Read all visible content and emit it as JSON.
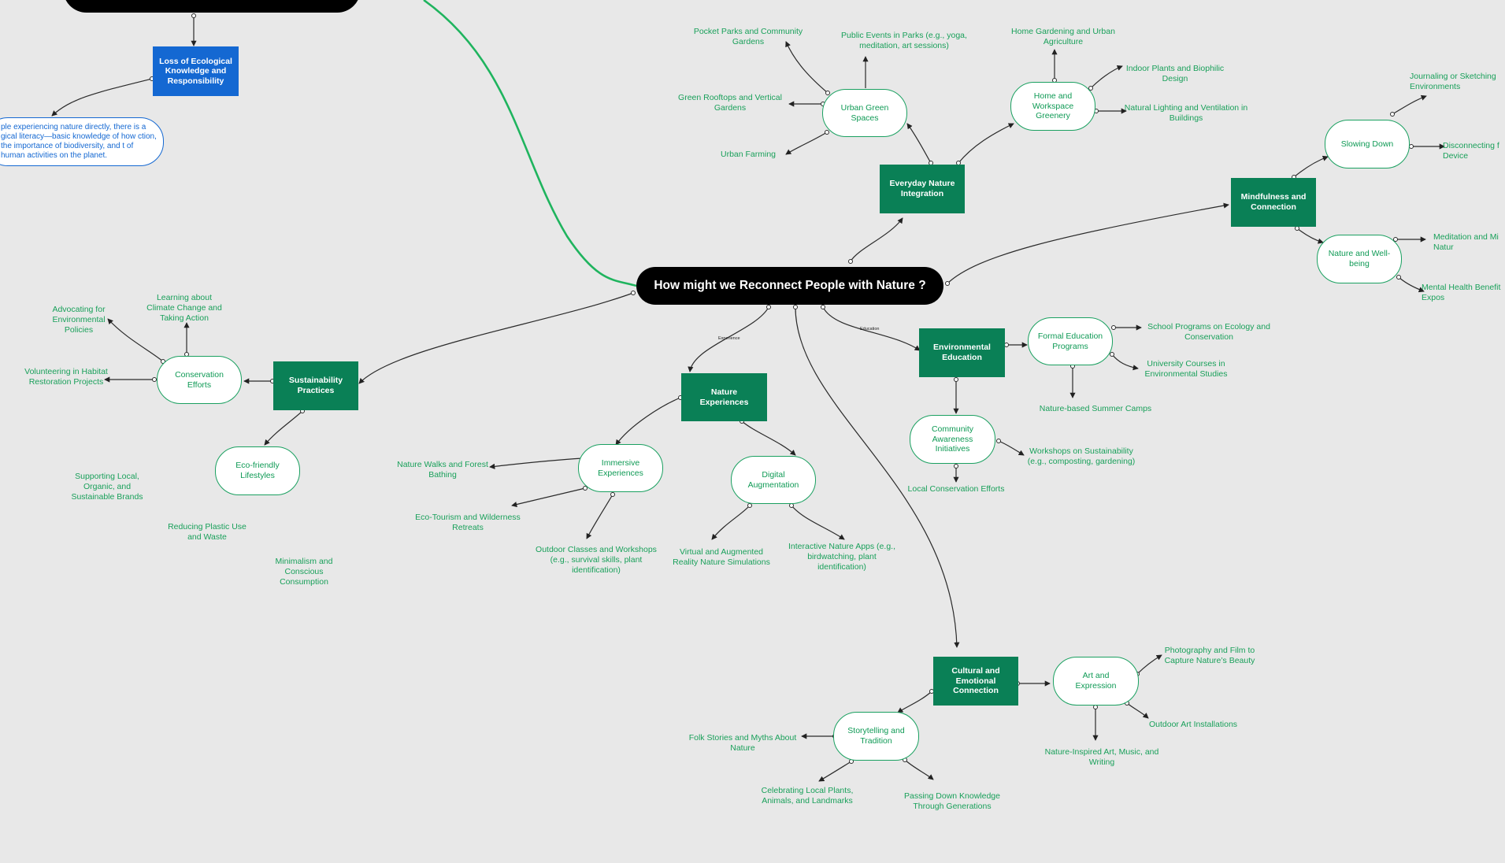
{
  "central": {
    "label": "How might we Reconnect People with Nature ?"
  },
  "branches": {
    "ecological": {
      "label": "Loss of Ecological Knowledge and Responsibility",
      "note": "ple experiencing nature directly, there is a gical literacy—basic knowledge of how ction, the importance of biodiversity, and t of human activities on the planet."
    },
    "everyday": {
      "label": "Everyday Nature Integration",
      "urban_green": "Urban Green Spaces",
      "home_workspace": "Home and Workspace Greenery",
      "leaves": {
        "pocket_parks": "Pocket Parks and Community Gardens",
        "public_events": "Public Events in Parks (e.g., yoga, meditation, art sessions)",
        "green_rooftops": "Green Rooftops and Vertical Gardens",
        "urban_farming": "Urban Farming",
        "home_gardening": "Home Gardening and Urban Agriculture",
        "indoor_plants": "Indoor Plants and Biophilic Design",
        "natural_lighting": "Natural Lighting and Ventilation in Buildings"
      }
    },
    "mindfulness": {
      "label": "Mindfulness and Connection",
      "slowing_down": "Slowing Down",
      "wellbeing": "Nature and Well-being",
      "leaves": {
        "journaling": "Journaling or Sketching Environments",
        "disconnecting": "Disconnecting f Device",
        "meditation": "Meditation and Mi Natur",
        "mental_health": "Mental Health Benefit Expos"
      }
    },
    "sustainability": {
      "label": "Sustainability Practices",
      "conservation": "Conservation Efforts",
      "eco_friendly": "Eco-friendly Lifestyles",
      "leaves": {
        "advocating": "Advocating for Environmental Policies",
        "learning": "Learning about Climate Change and Taking Action",
        "volunteering": "Volunteering in Habitat Restoration Projects",
        "supporting_local": "Supporting Local, Organic, and Sustainable Brands",
        "reducing_plastic": "Reducing Plastic Use and Waste",
        "minimalism": "Minimalism and Conscious Consumption"
      }
    },
    "nature_exp": {
      "label": "Nature Experiences",
      "edge_label": "Experience",
      "immersive": "Immersive Experiences",
      "digital": "Digital Augmentation",
      "leaves": {
        "nature_walks": "Nature Walks and Forest Bathing",
        "eco_tourism": "Eco-Tourism and Wilderness Retreats",
        "outdoor_classes": "Outdoor Classes and Workshops (e.g., survival skills, plant identification)",
        "vr_ar": "Virtual and Augmented Reality Nature Simulations",
        "interactive_apps": "Interactive Nature Apps (e.g., birdwatching, plant identification)"
      }
    },
    "env_education": {
      "label": "Environmental Education",
      "edge_label": "Education",
      "formal": "Formal Education Programs",
      "community": "Community Awareness Initiatives",
      "leaves": {
        "school_programs": "School Programs on Ecology and Conservation",
        "university": "University Courses in Environmental Studies",
        "summer_camps": "Nature-based Summer Camps",
        "workshops": "Workshops on Sustainability (e.g., composting, gardening)",
        "local_conservation": "Local Conservation Efforts"
      }
    },
    "cultural": {
      "label": "Cultural and Emotional Connection",
      "art": "Art and Expression",
      "storytelling": "Storytelling and Tradition",
      "leaves": {
        "photography": "Photography and Film to Capture Nature’s Beauty",
        "outdoor_art": "Outdoor Art Installations",
        "nature_art": "Nature-Inspired Art, Music, and Writing",
        "folk_stories": "Folk Stories and Myths About Nature",
        "celebrating": "Celebrating Local Plants, Animals, and Landmarks",
        "passing_down": "Passing Down Knowledge Through Generations"
      }
    }
  },
  "colors": {
    "background": "#e8e8e8",
    "central_fill": "#000000",
    "square_fill": "#0a8056",
    "blue_fill": "#1468d2",
    "text_green": "#19a05a",
    "bright_connector": "#1fb45e"
  }
}
